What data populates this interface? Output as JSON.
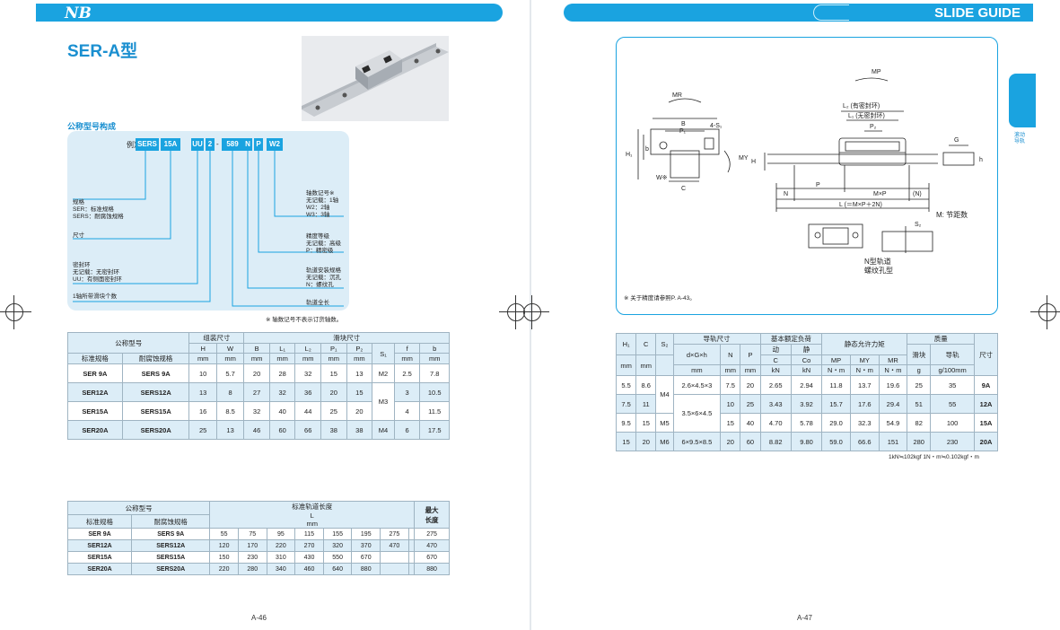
{
  "left_page": {
    "logo": "NB",
    "title": "SER-A型",
    "subhead": "公称型号构成",
    "code_prefix": "例）",
    "code_segments": [
      "SERS",
      "15A",
      "UU",
      "2",
      "589",
      "N",
      "P",
      "W2"
    ],
    "code_sep": "-",
    "labels": {
      "spec": "规格\nSER：标准规格\nSERS：耐腐蚀规格",
      "size": "尺寸",
      "seal": "密封环\n无记载：无密封环\nUU：有侧面密封环",
      "blocks": "1轴所带滑块个数",
      "axis": "轴数记号※\n无记载：1轴\nW2：2轴\nW3：3轴",
      "accuracy": "精度等级\n无记载：高级\nP：精密级",
      "rail_mount": "轨道安装规格\n无记载：沉孔\nN：螺纹孔",
      "rail_length": "轨道全长"
    },
    "axis_note": "※ 轴数记号不表示订货轴数。",
    "table1": {
      "h_model": "公称型号",
      "h_assembly": "组装尺寸",
      "h_block": "滑块尺寸",
      "h_std": "标准规格",
      "h_corr": "耐腐蚀规格",
      "cols": [
        "H",
        "W",
        "B",
        "L₁",
        "L₂",
        "P₁",
        "P₂",
        "S₁",
        "f",
        "b"
      ],
      "units": [
        "mm",
        "mm",
        "mm",
        "mm",
        "mm",
        "mm",
        "mm",
        "",
        "mm",
        "mm"
      ],
      "rows": [
        [
          "SER  9A",
          "SERS  9A",
          "10",
          "5.7",
          "20",
          "28",
          "32",
          "15",
          "13",
          "M2",
          "2.5",
          "7.8"
        ],
        [
          "SER12A",
          "SERS12A",
          "13",
          "8",
          "27",
          "32",
          "36",
          "20",
          "15",
          "",
          "3",
          "10.5"
        ],
        [
          "SER15A",
          "SERS15A",
          "16",
          "8.5",
          "32",
          "40",
          "44",
          "25",
          "20",
          "M3",
          "4",
          "11.5"
        ],
        [
          "SER20A",
          "SERS20A",
          "25",
          "13",
          "46",
          "60",
          "66",
          "38",
          "38",
          "M4",
          "6",
          "17.5"
        ]
      ]
    },
    "table2": {
      "h_model": "公称型号",
      "h_std": "标准规格",
      "h_corr": "耐腐蚀规格",
      "h_length": "标准轨道长度",
      "h_L": "L",
      "h_unit": "mm",
      "h_max": "最大\n长度",
      "rows": [
        [
          "SER  9A",
          "SERS  9A",
          "55",
          "75",
          "95",
          "115",
          "155",
          "195",
          "275",
          "",
          "275"
        ],
        [
          "SER12A",
          "SERS12A",
          "120",
          "170",
          "220",
          "270",
          "320",
          "370",
          "470",
          "",
          "470"
        ],
        [
          "SER15A",
          "SERS15A",
          "150",
          "230",
          "310",
          "430",
          "550",
          "670",
          "",
          "",
          "670"
        ],
        [
          "SER20A",
          "SERS20A",
          "220",
          "280",
          "340",
          "460",
          "640",
          "880",
          "",
          "",
          "880"
        ]
      ]
    },
    "page_number": "A-46"
  },
  "right_page": {
    "brand": "SLIDE GUIDE",
    "side_label": "滚动导轨",
    "diagram": {
      "labels": {
        "MR": "MR",
        "MP": "MP",
        "MY": "MY",
        "L2": "L₂ (有密封环)",
        "L1": "L₁ (无密封环)",
        "P2": "P₂",
        "B": "B",
        "P1": "P₁",
        "S1": "4-S₁",
        "H1": "H₁",
        "b": "b",
        "H": "H",
        "W": "W※",
        "C": "C",
        "G": "G",
        "h": "h",
        "N": "N",
        "P": "P",
        "MxP": "M×P",
        "Nr": "(N)",
        "Ltot": "L (＝M×P＋2N)",
        "M_pitch": "M: 节距数",
        "S2": "S₂",
        "ntype": "N型轨道\n螺纹孔型"
      },
      "note": "※ 关于精度请参照P. A-43。"
    },
    "table3": {
      "h_rail": "导轨尺寸",
      "h_load": "基本额定负荷",
      "h_moment": "静态允许力矩",
      "h_mass": "质量",
      "h_size": "尺寸",
      "cols1": [
        "H₁",
        "C",
        "S₂",
        "d×G×h",
        "N",
        "P",
        "动",
        "静",
        "MP",
        "MY",
        "MR",
        "滑块",
        "导轨"
      ],
      "cols2": [
        "",
        "",
        "",
        "",
        "",
        "",
        "C",
        "Co",
        "",
        "",
        "",
        "",
        ""
      ],
      "units": [
        "mm",
        "mm",
        "",
        "mm",
        "mm",
        "mm",
        "kN",
        "kN",
        "N・m",
        "N・m",
        "N・m",
        "g",
        "g/100mm"
      ],
      "rows": [
        [
          "5.5",
          "8.6",
          "M4",
          "2.6×4.5×3",
          "7.5",
          "20",
          "2.65",
          "2.94",
          "11.8",
          "13.7",
          "19.6",
          "25",
          "35",
          "9A"
        ],
        [
          "7.5",
          "11",
          "",
          "",
          "10",
          "25",
          "3.43",
          "3.92",
          "15.7",
          "17.6",
          "29.4",
          "51",
          "55",
          "12A"
        ],
        [
          "9.5",
          "15",
          "M5",
          "3.5×6×4.5",
          "15",
          "40",
          "4.70",
          "5.78",
          "29.0",
          "32.3",
          "54.9",
          "82",
          "100",
          "15A"
        ],
        [
          "15",
          "20",
          "M6",
          "6×9.5×8.5",
          "20",
          "60",
          "8.82",
          "9.80",
          "59.0",
          "66.6",
          "151",
          "280",
          "230",
          "20A"
        ]
      ]
    },
    "footnote": "1kN≒102kgf  1N・m≒0.102kgf・m",
    "page_number": "A-47"
  }
}
